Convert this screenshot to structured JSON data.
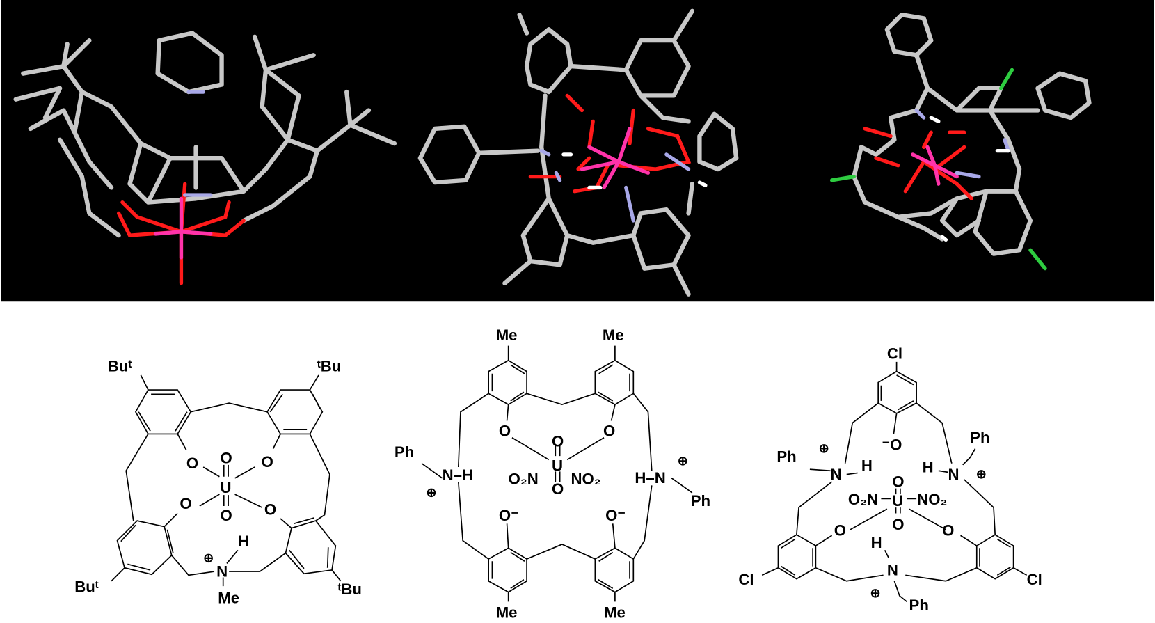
{
  "colors": {
    "panel_bg": "#000000",
    "carbon": "#c8c8c8",
    "oxygen": "#ff1a1a",
    "uranium": "#ff33aa",
    "nitrogen": "#a8a8e8",
    "chlorine": "#2ecc40"
  },
  "structures": [
    {
      "labels": {
        "but_tl": "Buᵗ",
        "but_tr": "ᵗBu",
        "but_bl": "Buᵗ",
        "but_br": "ᵗBu",
        "o1": "O",
        "o2": "O",
        "o3": "O",
        "o4": "O",
        "o_ax1": "O",
        "o_ax2": "O",
        "u": "U",
        "n": "N",
        "h": "H",
        "me": "Me",
        "plus": "⊕"
      }
    },
    {
      "labels": {
        "me1": "Me",
        "me2": "Me",
        "me3": "Me",
        "me4": "Me",
        "o1": "O",
        "o2": "O",
        "o3": "O⁻",
        "o4": "O⁻",
        "o_ax1": "O",
        "o_ax2": "O",
        "u": "U",
        "no2_l": "O₂N",
        "no2_r": "NO₂",
        "nh_l": "N–H",
        "hn_r": "H–N",
        "ph1": "Ph",
        "ph2": "Ph",
        "plus1": "⊕",
        "plus2": "⊕"
      }
    },
    {
      "labels": {
        "cl1": "Cl",
        "cl2": "Cl",
        "cl3": "Cl",
        "o_top": "⁻O",
        "o1": "O",
        "o2": "O",
        "o_ax1": "O",
        "o_ax2": "O",
        "u": "U",
        "no2_l": "O₂N",
        "no2_r": "NO₂",
        "n1": "N",
        "n2": "N",
        "n3": "N",
        "h1": "H",
        "h2": "H",
        "h3": "H",
        "ph1": "Ph",
        "ph2": "Ph",
        "ph3": "Ph",
        "plus1": "⊕",
        "plus2": "⊕",
        "plus3": "⊕"
      }
    }
  ]
}
